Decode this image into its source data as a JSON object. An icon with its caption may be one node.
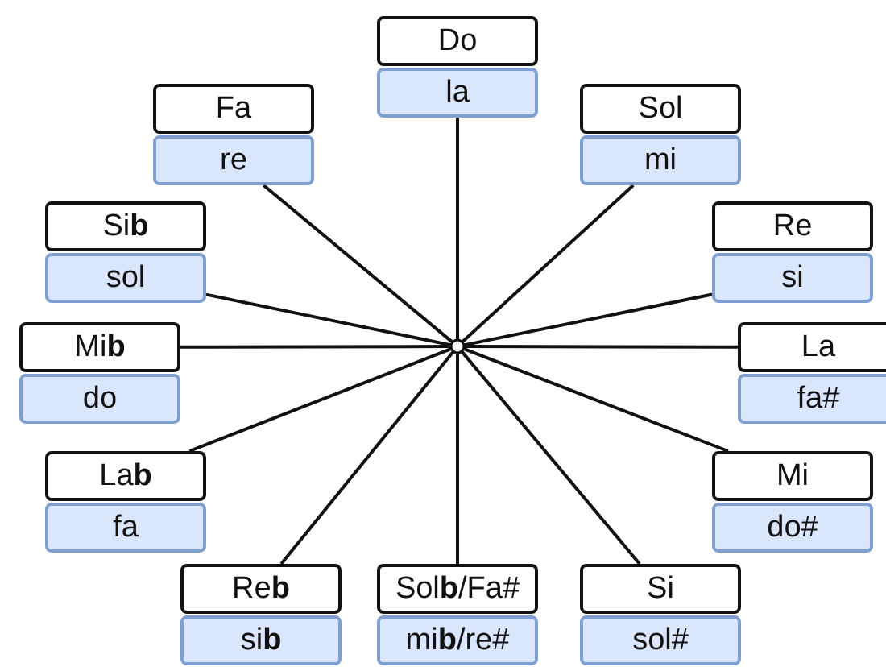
{
  "diagram": {
    "nodes": [
      {
        "text": [],
        "shape": "circle"
      },
      {
        "text": [
          "Do"
        ]
      },
      {
        "text": [
          "la"
        ]
      },
      {
        "text": [
          "Sol"
        ]
      },
      {
        "text": [
          "mi"
        ]
      },
      {
        "text": [
          "Re"
        ]
      },
      {
        "text": [
          "si"
        ]
      },
      {
        "text": [
          "La"
        ]
      },
      {
        "text": [
          "fa#"
        ]
      },
      {
        "text": [
          "Mi"
        ]
      },
      {
        "text": [
          "do#"
        ]
      },
      {
        "text": [
          "Si"
        ]
      },
      {
        "text": [
          "sol#"
        ]
      },
      {
        "text": [
          "Sol**b**/Fa#"
        ]
      },
      {
        "text": [
          "mi**b**/re#"
        ]
      },
      {
        "text": [
          "Re**b**"
        ]
      },
      {
        "text": [
          "si**b**"
        ]
      },
      {
        "text": [
          "La**b**"
        ]
      },
      {
        "text": [
          "fa"
        ]
      },
      {
        "text": [
          "Mi**b**"
        ]
      },
      {
        "text": [
          "do"
        ]
      },
      {
        "text": [
          "Si**b**"
        ]
      },
      {
        "text": [
          "sol"
        ]
      },
      {
        "text": [
          "Fa"
        ]
      },
      {
        "text": [
          "re"
        ]
      }
    ],
    "edges": [
      {
        "from": 0,
        "to": 2,
        "arrow": "none"
      },
      {
        "from": 0,
        "to": 4,
        "arrow": "none"
      },
      {
        "from": 0,
        "to": 6,
        "arrow": "none"
      },
      {
        "from": 0,
        "to": 7,
        "arrow": "none"
      },
      {
        "from": 0,
        "to": 9,
        "arrow": "none"
      },
      {
        "from": 0,
        "to": 11,
        "arrow": "none"
      },
      {
        "from": 0,
        "to": 13,
        "arrow": "none"
      },
      {
        "from": 0,
        "to": 15,
        "arrow": "none"
      },
      {
        "from": 0,
        "to": 17,
        "arrow": "none"
      },
      {
        "from": 0,
        "to": 19,
        "arrow": "none"
      },
      {
        "from": 0,
        "to": 22,
        "arrow": "none"
      },
      {
        "from": 0,
        "to": 24,
        "arrow": "none"
      }
    ]
  }
}
